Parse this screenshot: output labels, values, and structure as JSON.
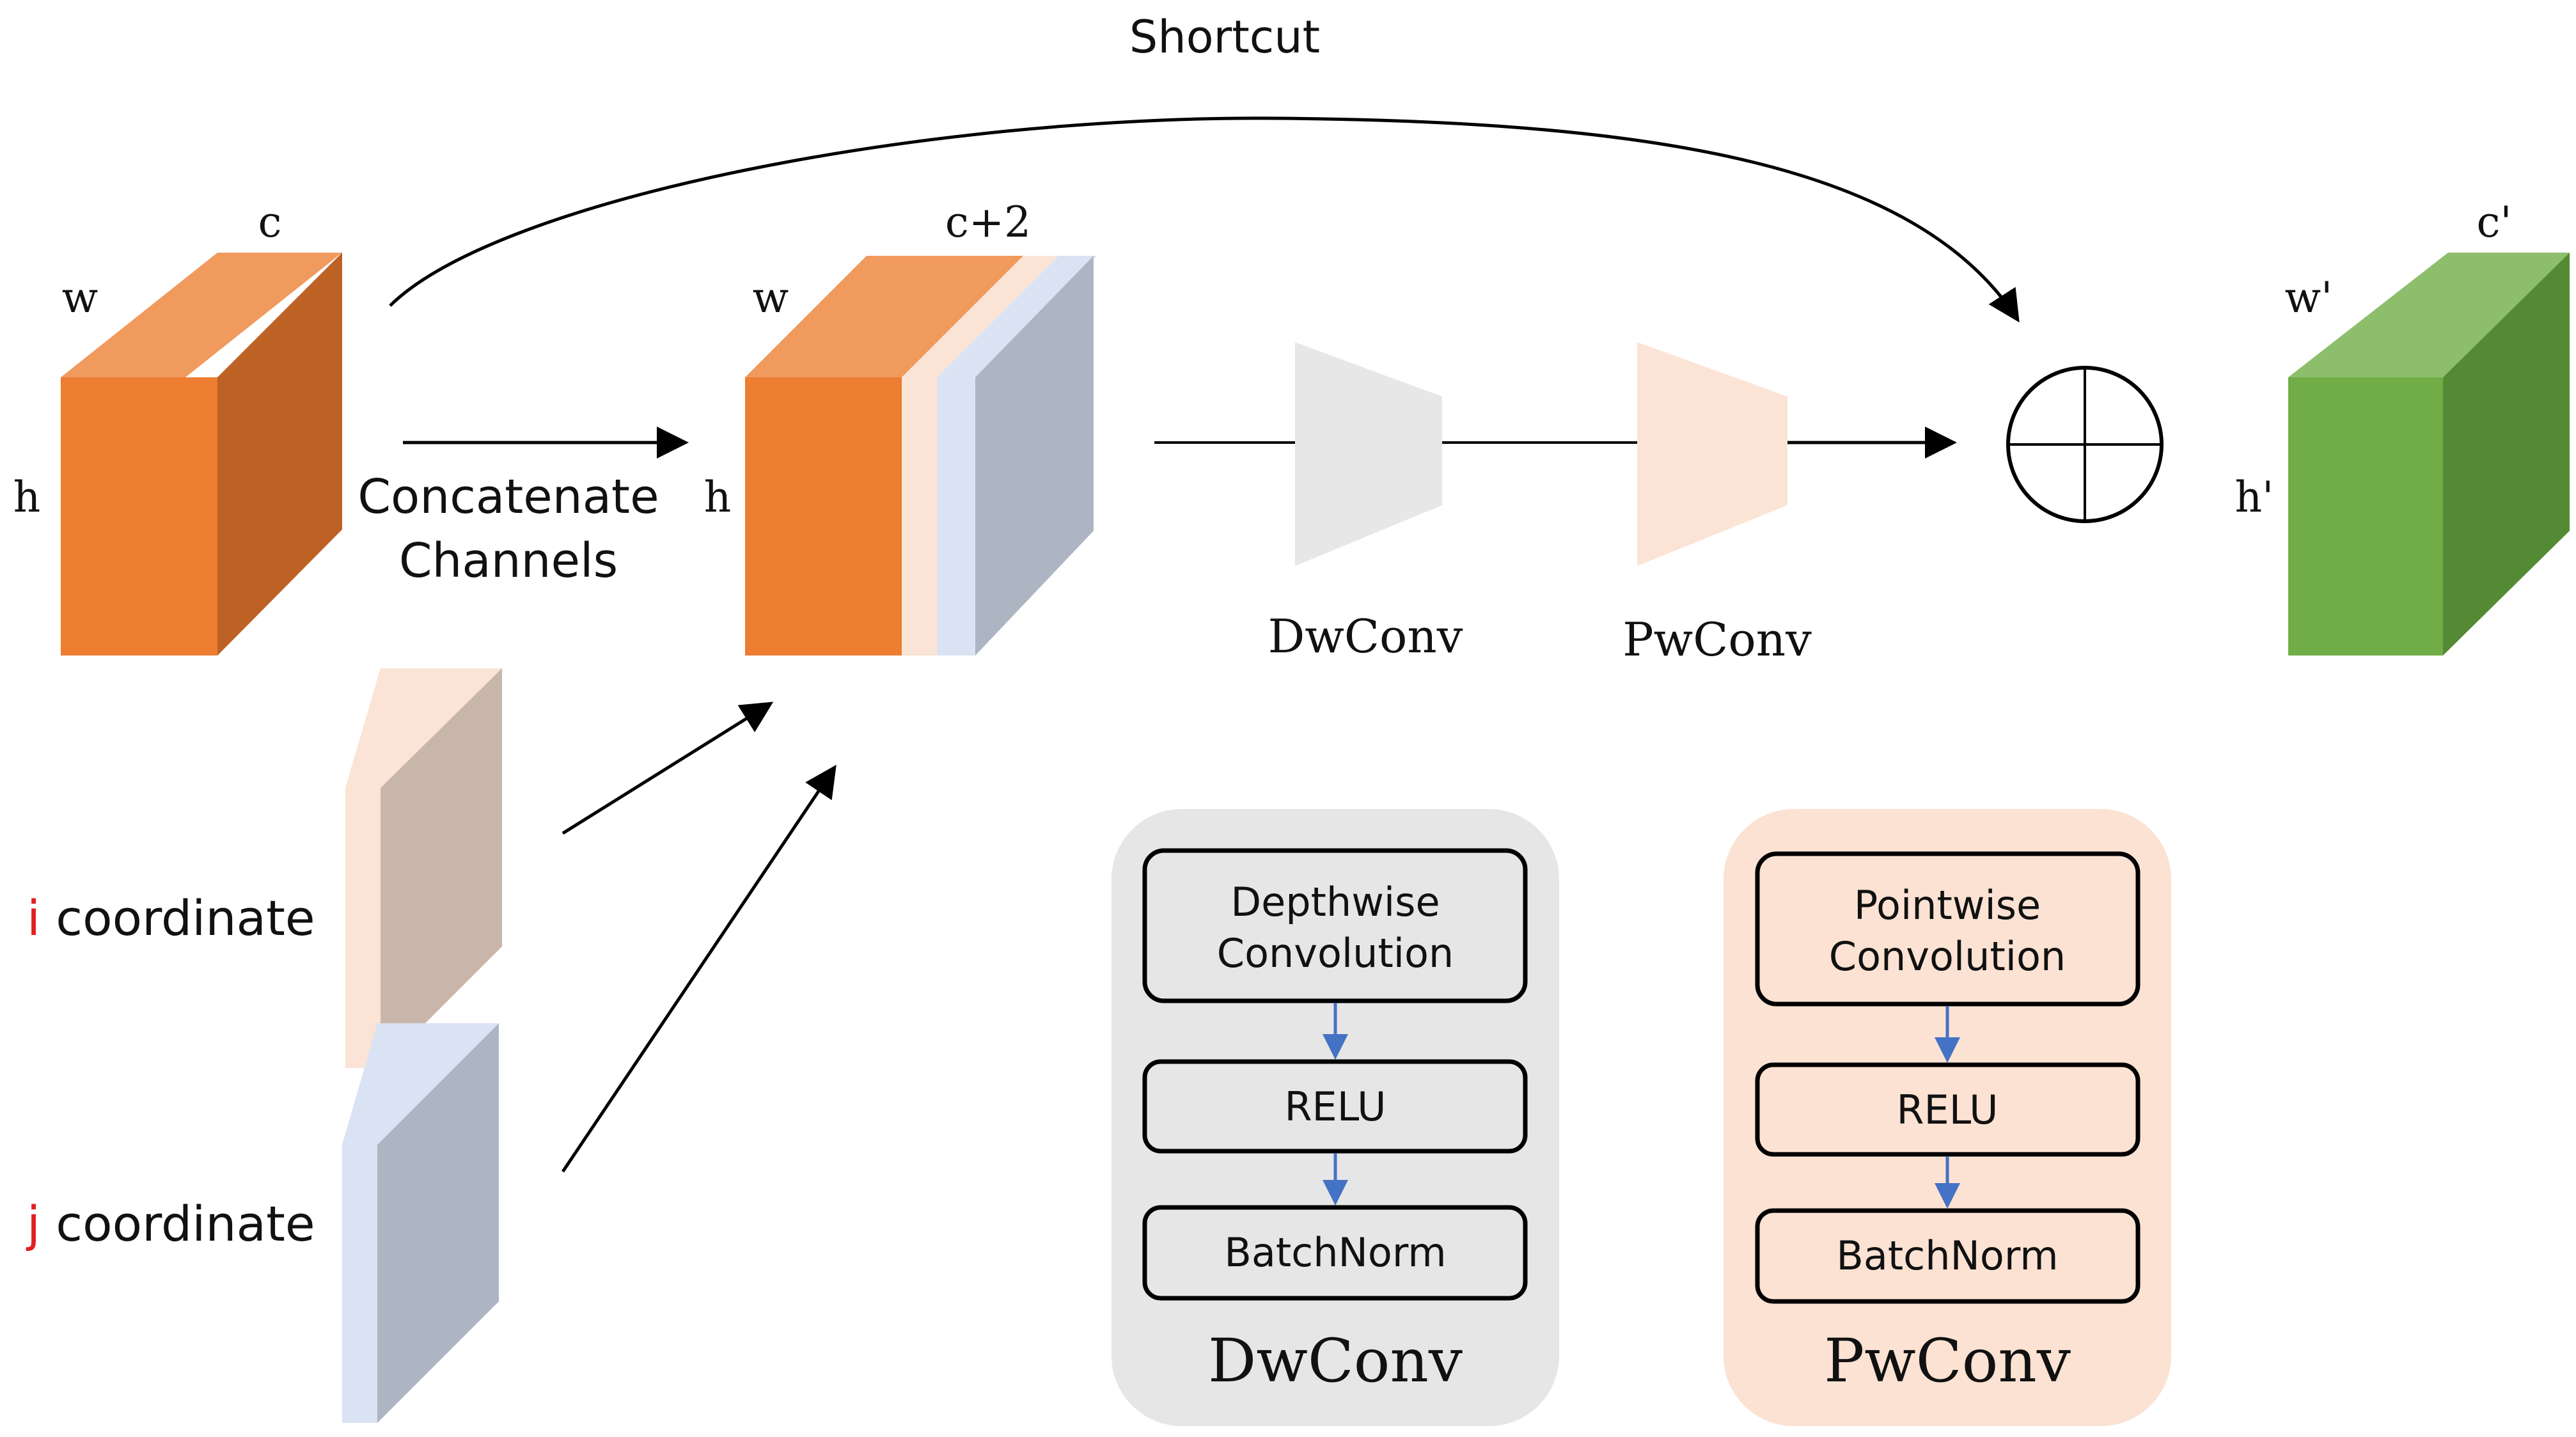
{
  "labels": {
    "shortcut": "Shortcut",
    "concat_line1": "Concatenate",
    "concat_line2": "Channels",
    "input_w": "w",
    "input_h": "h",
    "input_c": "c",
    "concat_w": "w",
    "concat_h": "h",
    "concat_c": "c+2",
    "output_w": "w'",
    "output_h": "h'",
    "output_c": "c'",
    "i_letter": "i",
    "j_letter": "j",
    "coord_word": " coordinate",
    "dwconv": "DwConv",
    "pwconv": "PwConv"
  },
  "dw_panel": {
    "title": "DwConv",
    "box1_line1": "Depthwise",
    "box1_line2": "Convolution",
    "box2": "RELU",
    "box3": "BatchNorm"
  },
  "pw_panel": {
    "title": "PwConv",
    "box1_line1": "Pointwise",
    "box1_line2": "Convolution",
    "box2": "RELU",
    "box3": "BatchNorm"
  },
  "colors": {
    "orange_front": "#ED7D31",
    "orange_top": "#F19A5E",
    "orange_side": "#BD6125",
    "green_front": "#70AD47",
    "green_top": "#8DBE6B",
    "green_side": "#558A35",
    "peach": "#FBE4D5",
    "peach_side": "#C9B6AA",
    "lightblue": "#DAE3F3",
    "lightblue_side": "#ADB5C3",
    "gray_trap": "#E7E7E7",
    "panel_gray": "#E6E6E6",
    "panel_peach": "#FBE2D2",
    "arrow_blue": "#4472C4",
    "red_letter": "#E02020"
  }
}
